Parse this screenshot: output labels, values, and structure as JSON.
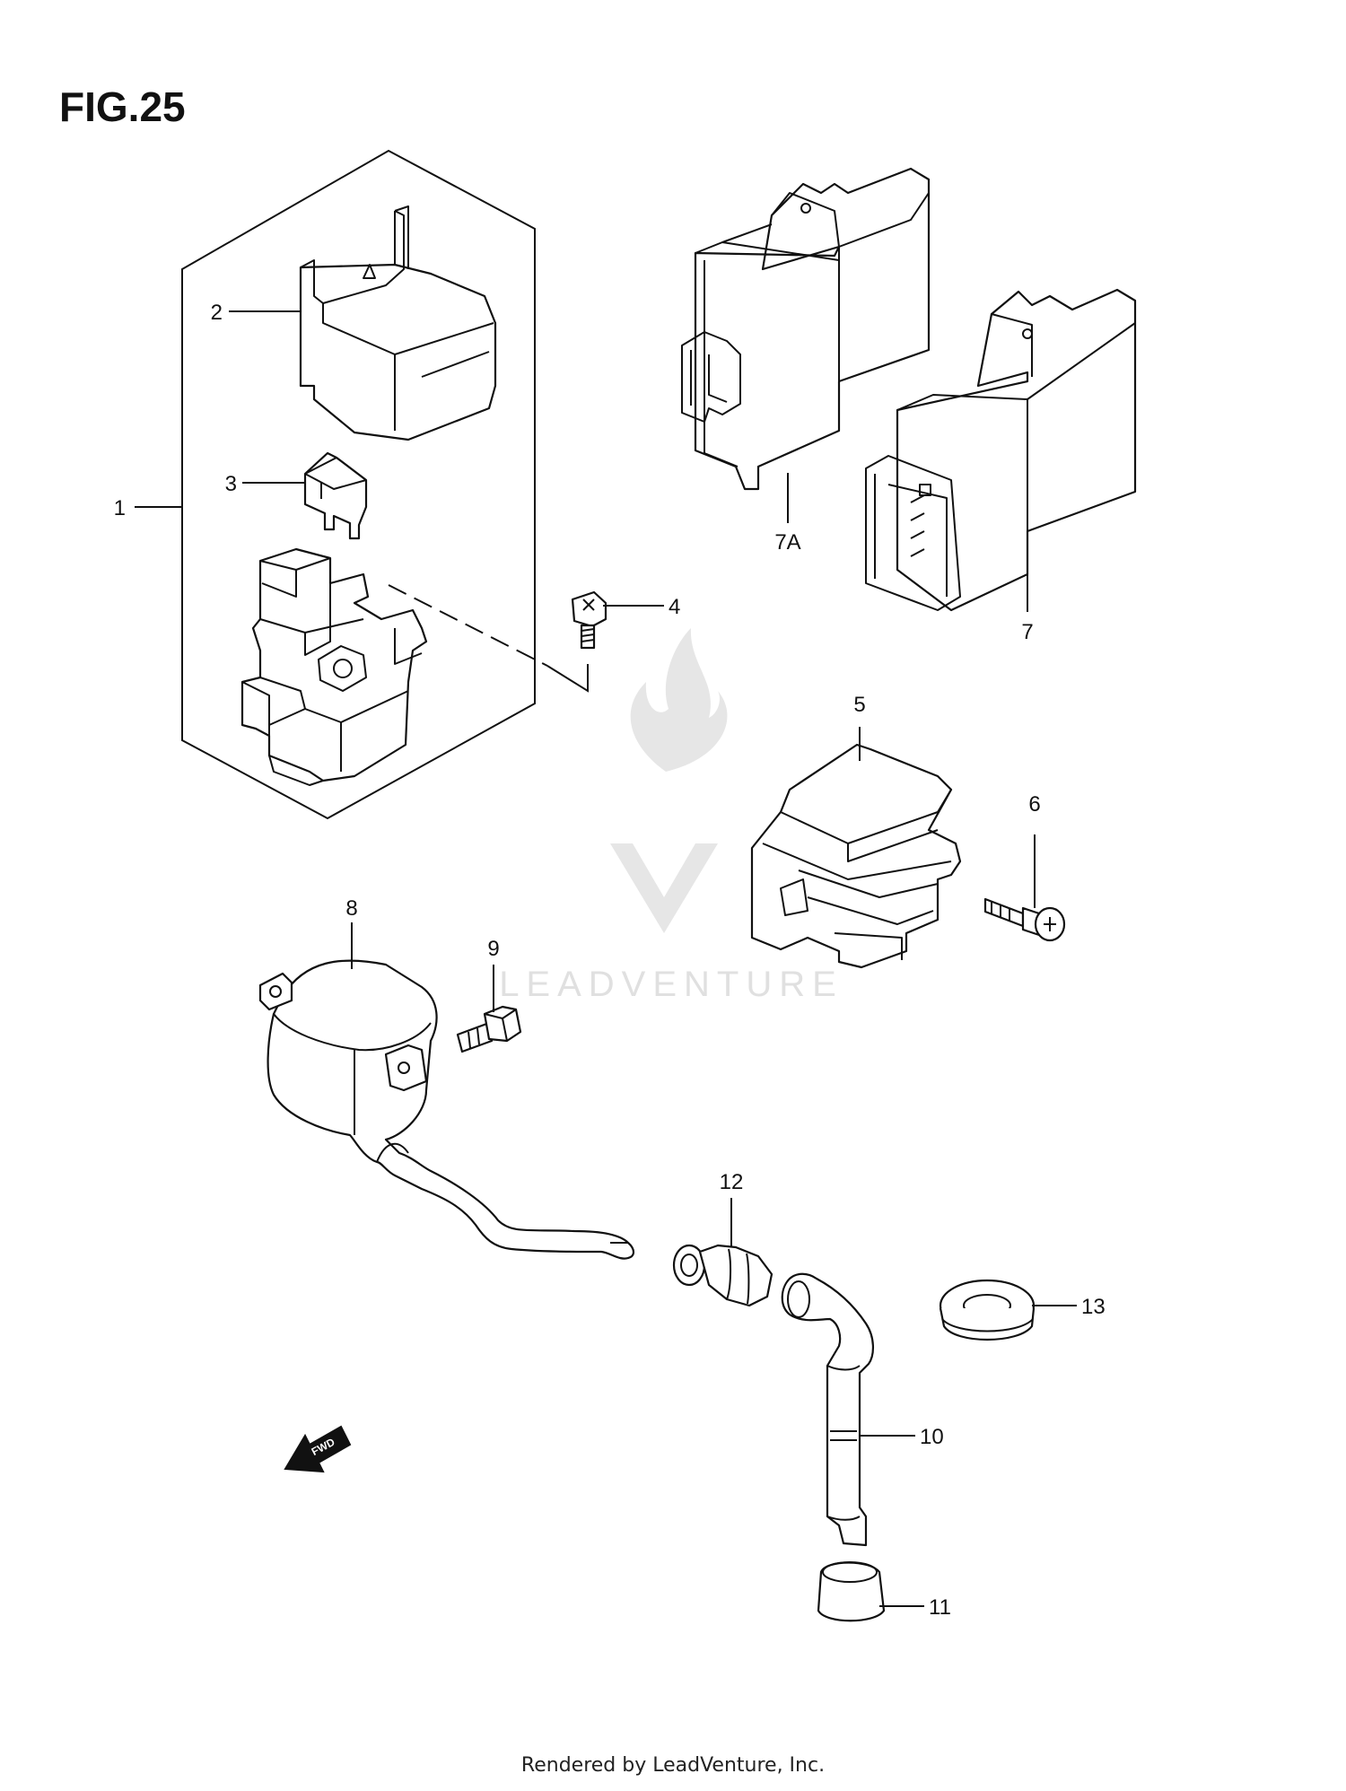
{
  "figure": {
    "title": "FIG.25"
  },
  "watermark": {
    "text": "LEADVENTURE"
  },
  "footer": {
    "text": "Rendered by LeadVenture, Inc."
  },
  "callouts": {
    "c1": "1",
    "c2": "2",
    "c3": "3",
    "c4": "4",
    "c5": "5",
    "c6": "6",
    "c7": "7",
    "c7a": "7A",
    "c8": "8",
    "c9": "9",
    "c10": "10",
    "c11": "11",
    "c12": "12",
    "c13": "13"
  },
  "fwd_arrow": {
    "text": "FWD"
  },
  "icons": [
    "flame-logo-icon",
    "fwd-arrow-icon"
  ]
}
